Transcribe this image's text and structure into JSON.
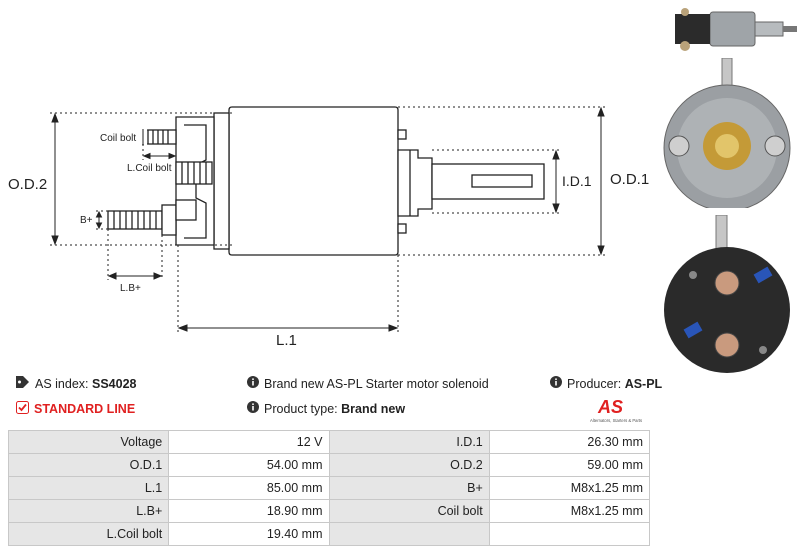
{
  "diagram": {
    "labels": {
      "od2": "O.D.2",
      "od1": "O.D.1",
      "id1": "I.D.1",
      "coil_bolt": "Coil bolt",
      "l_coil_bolt": "L.Coil bolt",
      "b_plus": "B+",
      "lb_plus": "L.B+",
      "l1": "L.1"
    }
  },
  "info": {
    "as_index_label": "AS index:",
    "as_index_value": "SS4028",
    "standard_line": "STANDARD LINE",
    "description": "Brand new AS-PL Starter motor solenoid",
    "product_type_label": "Product type:",
    "product_type_value": "Brand new",
    "producer_label": "Producer:",
    "producer_value": "AS-PL"
  },
  "logo": {
    "mark": "AS",
    "tagline": "Alternators, Starters & Parts",
    "color": "#e02020"
  },
  "specs": [
    {
      "l1": "Voltage",
      "v1": "12 V",
      "l2": "I.D.1",
      "v2": "26.30 mm"
    },
    {
      "l1": "O.D.1",
      "v1": "54.00 mm",
      "l2": "O.D.2",
      "v2": "59.00 mm"
    },
    {
      "l1": "L.1",
      "v1": "85.00 mm",
      "l2": "B+",
      "v2": "M8x1.25 mm"
    },
    {
      "l1": "L.B+",
      "v1": "18.90 mm",
      "l2": "Coil bolt",
      "v2": "M8x1.25 mm"
    },
    {
      "l1": "L.Coil bolt",
      "v1": "19.40 mm",
      "l2": "",
      "v2": ""
    }
  ]
}
